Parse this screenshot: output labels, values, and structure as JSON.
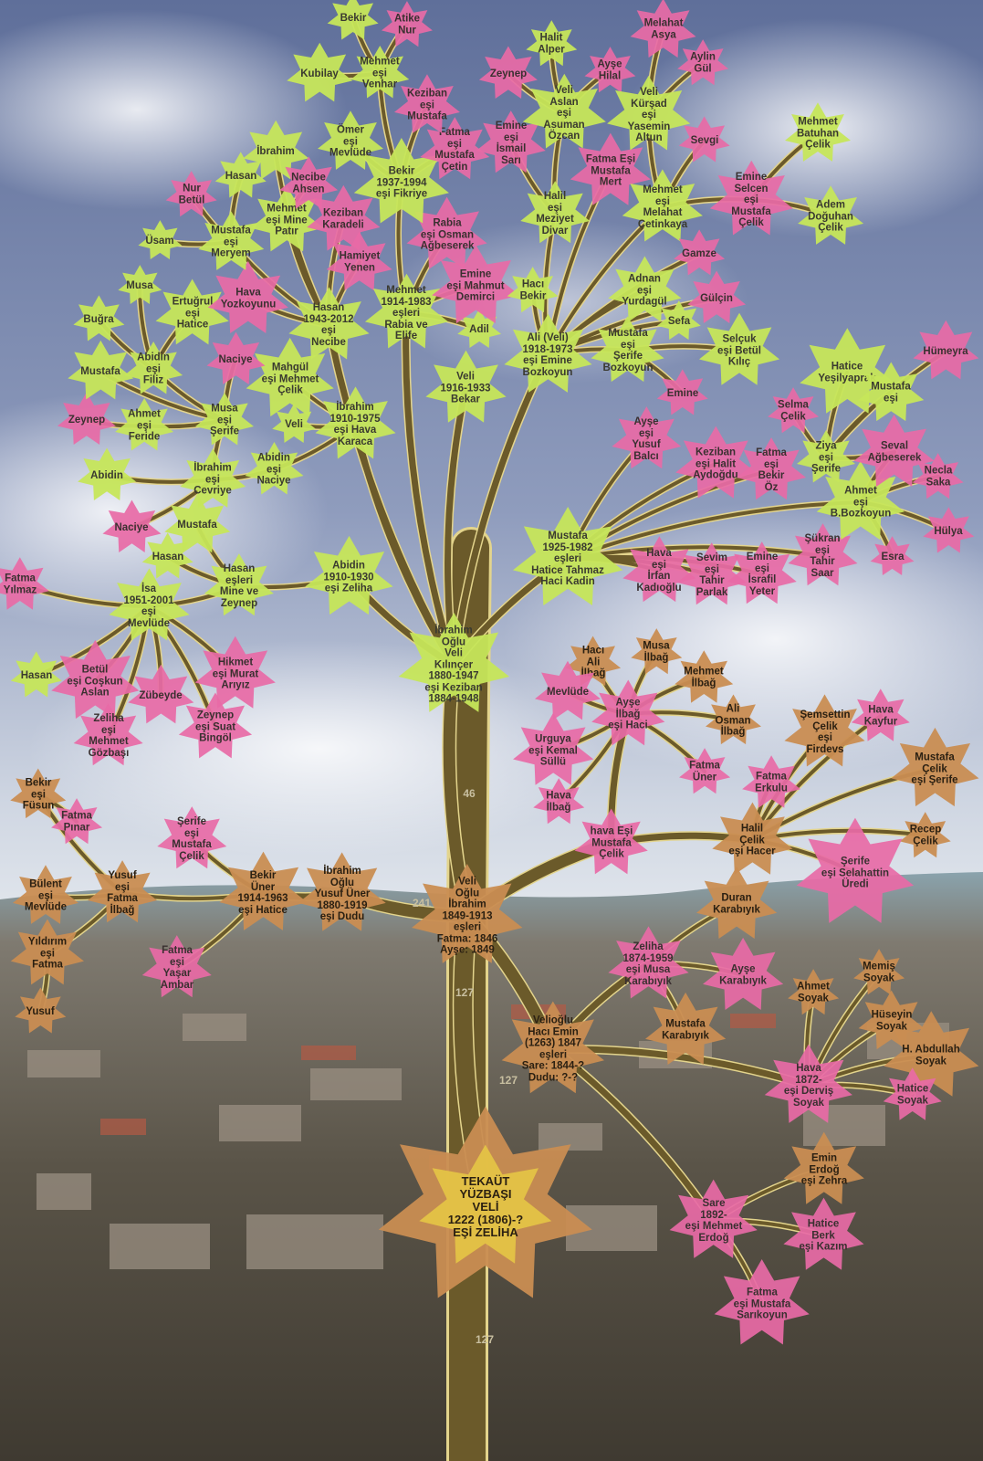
{
  "colors": {
    "green_leaf": "#c6e65a",
    "pink_leaf": "#e86aa6",
    "orange_leaf": "#c98d52",
    "branch": "#6b5a2a",
    "branch_outline": "#e3d48c",
    "sky_top": "#6a7aa3",
    "sky_bottom": "#dfe6ee",
    "town": "#5b5549"
  },
  "branch_counts": [
    "46",
    "241",
    "127",
    "127",
    "127"
  ],
  "nodes": [
    {
      "lines": [
        "TEKAÜT",
        "YÜZBAŞI",
        "VELİ",
        "1222 (1806)-?",
        "EŞİ ZELİHA"
      ],
      "leaf": "root"
    },
    {
      "lines": [
        "Veli",
        "Oğlu",
        "İbrahim",
        "1849-1913",
        "eşleri",
        "Fatma: 1846",
        "Ayşe: 1849"
      ],
      "leaf": "orange"
    },
    {
      "lines": [
        "İbrahim",
        "Oğlu",
        "Veli",
        "Kılınçer",
        "1880-1947",
        "eşi Keziban",
        "1884-1948"
      ],
      "leaf": "green"
    },
    {
      "lines": [
        "Abidin",
        "1910-1930",
        "eşi Zeliha"
      ],
      "leaf": "green"
    },
    {
      "lines": [
        "Hasan",
        "eşleri",
        "Mine ve",
        "Zeynep"
      ],
      "leaf": "green"
    },
    {
      "lines": [
        "İsa",
        "1951-2001",
        "eşi",
        "Mevlüde"
      ],
      "leaf": "green"
    },
    {
      "lines": [
        "Hasan"
      ],
      "leaf": "green"
    },
    {
      "lines": [
        "Mustafa"
      ],
      "leaf": "green"
    },
    {
      "lines": [
        "Fatma",
        "Yılmaz"
      ],
      "leaf": "pink"
    },
    {
      "lines": [
        "Hasan"
      ],
      "leaf": "green"
    },
    {
      "lines": [
        "Betül",
        "eşi Coşkun",
        "Aslan"
      ],
      "leaf": "pink"
    },
    {
      "lines": [
        "Zübeyde"
      ],
      "leaf": "pink"
    },
    {
      "lines": [
        "Zeliha",
        "eşi",
        "Mehmet",
        "Gözbaşı"
      ],
      "leaf": "pink"
    },
    {
      "lines": [
        "Zeynep",
        "eşi Suat",
        "Bingöl"
      ],
      "leaf": "pink"
    },
    {
      "lines": [
        "Hikmet",
        "eşi Murat",
        "Arıyız"
      ],
      "leaf": "pink"
    },
    {
      "lines": [
        "Veli",
        "1916-1933",
        "Bekar"
      ],
      "leaf": "green"
    },
    {
      "lines": [
        "İbrahim",
        "1910-1975",
        "eşi Hava",
        "Karaca"
      ],
      "leaf": "green"
    },
    {
      "lines": [
        "Veli"
      ],
      "leaf": "green"
    },
    {
      "lines": [
        "Mahgül",
        "eşi Mehmet",
        "Çelik"
      ],
      "leaf": "green"
    },
    {
      "lines": [
        "Abidin",
        "eşi",
        "Naciye"
      ],
      "leaf": "green"
    },
    {
      "lines": [
        "İbrahim",
        "eşi",
        "Cevriye"
      ],
      "leaf": "green"
    },
    {
      "lines": [
        "Musa",
        "eşi",
        "Şerife"
      ],
      "leaf": "green"
    },
    {
      "lines": [
        "Abidin"
      ],
      "leaf": "green"
    },
    {
      "lines": [
        "Naciye"
      ],
      "leaf": "pink"
    },
    {
      "lines": [
        "Ahmet",
        "eşi",
        "Feride"
      ],
      "leaf": "green"
    },
    {
      "lines": [
        "Zeynep"
      ],
      "leaf": "pink"
    },
    {
      "lines": [
        "Mustafa"
      ],
      "leaf": "green"
    },
    {
      "lines": [
        "Abidin",
        "eşi",
        "Filiz"
      ],
      "leaf": "green"
    },
    {
      "lines": [
        "Buğra"
      ],
      "leaf": "green"
    },
    {
      "lines": [
        "Musa"
      ],
      "leaf": "green"
    },
    {
      "lines": [
        "Ertuğrul",
        "eşi",
        "Hatice"
      ],
      "leaf": "green"
    },
    {
      "lines": [
        "Naciye"
      ],
      "leaf": "pink"
    },
    {
      "lines": [
        "Hasan",
        "1943-2012",
        "eşi",
        "Necibe"
      ],
      "leaf": "green"
    },
    {
      "lines": [
        "Hava",
        "Yozkoyunu"
      ],
      "leaf": "pink"
    },
    {
      "lines": [
        "Mustafa",
        "eşi",
        "Meryem"
      ],
      "leaf": "green"
    },
    {
      "lines": [
        "Üsam"
      ],
      "leaf": "green"
    },
    {
      "lines": [
        "Nur",
        "Betül"
      ],
      "leaf": "pink"
    },
    {
      "lines": [
        "Hasan"
      ],
      "leaf": "green"
    },
    {
      "lines": [
        "İbrahim"
      ],
      "leaf": "green"
    },
    {
      "lines": [
        "Mehmet",
        "eşi Mine",
        "Patır"
      ],
      "leaf": "green"
    },
    {
      "lines": [
        "Necibe",
        "Ahsen"
      ],
      "leaf": "pink"
    },
    {
      "lines": [
        "Keziban",
        "Karadeli"
      ],
      "leaf": "pink"
    },
    {
      "lines": [
        "Hamiyet",
        "Yenen"
      ],
      "leaf": "pink"
    },
    {
      "lines": [
        "Mehmet",
        "1914-1983",
        "eşleri",
        "Rabia ve",
        "Elife"
      ],
      "leaf": "green"
    },
    {
      "lines": [
        "Adil"
      ],
      "leaf": "green"
    },
    {
      "lines": [
        "Emine",
        "eşi Mahmut",
        "Demirci"
      ],
      "leaf": "pink"
    },
    {
      "lines": [
        "Rabia",
        "eşi Osman",
        "Ağbeserek"
      ],
      "leaf": "pink"
    },
    {
      "lines": [
        "Bekir",
        "1937-1994",
        "eşi Fikriye"
      ],
      "leaf": "green"
    },
    {
      "lines": [
        "Ömer",
        "eşi",
        "Mevlüde"
      ],
      "leaf": "green"
    },
    {
      "lines": [
        "Fatma",
        "eşi",
        "Mustafa",
        "Çetin"
      ],
      "leaf": "pink"
    },
    {
      "lines": [
        "Keziban",
        "eşi",
        "Mustafa"
      ],
      "leaf": "pink"
    },
    {
      "lines": [
        "Mehmet",
        "eşi",
        "Venhar"
      ],
      "leaf": "green"
    },
    {
      "lines": [
        "Kubilay"
      ],
      "leaf": "green"
    },
    {
      "lines": [
        "Bekir"
      ],
      "leaf": "green"
    },
    {
      "lines": [
        "Atike",
        "Nur"
      ],
      "leaf": "pink"
    },
    {
      "lines": [
        "Ali (Veli)",
        "1918-1973",
        "eşi Emine",
        "Bozkoyun"
      ],
      "leaf": "green"
    },
    {
      "lines": [
        "Hacı",
        "Bekir"
      ],
      "leaf": "green"
    },
    {
      "lines": [
        "Halil",
        "eşi",
        "Meziyet",
        "Divar"
      ],
      "leaf": "green"
    },
    {
      "lines": [
        "Emine",
        "eşi",
        "İsmail",
        "Sarı"
      ],
      "leaf": "pink"
    },
    {
      "lines": [
        "Veli",
        "Aslan",
        "eşi",
        "Asuman",
        "Özcan"
      ],
      "leaf": "green"
    },
    {
      "lines": [
        "Zeynep"
      ],
      "leaf": "pink"
    },
    {
      "lines": [
        "Halit",
        "Alper"
      ],
      "leaf": "green"
    },
    {
      "lines": [
        "Ayşe",
        "Hilal"
      ],
      "leaf": "pink"
    },
    {
      "lines": [
        "Fatma Eşi",
        "Mustafa",
        "Mert"
      ],
      "leaf": "pink"
    },
    {
      "lines": [
        "Mehmet",
        "eşi",
        "Melahat",
        "Çetinkaya"
      ],
      "leaf": "green"
    },
    {
      "lines": [
        "Veli",
        "Kürşad",
        "eşi",
        "Yasemin",
        "Altun"
      ],
      "leaf": "green"
    },
    {
      "lines": [
        "Melahat",
        "Asya"
      ],
      "leaf": "pink"
    },
    {
      "lines": [
        "Aylin",
        "Gül"
      ],
      "leaf": "pink"
    },
    {
      "lines": [
        "Sevgi"
      ],
      "leaf": "pink"
    },
    {
      "lines": [
        "Emine",
        "Selcen",
        "eşi",
        "Mustafa",
        "Çelik"
      ],
      "leaf": "pink"
    },
    {
      "lines": [
        "Mehmet",
        "Batuhan",
        "Çelik"
      ],
      "leaf": "green"
    },
    {
      "lines": [
        "Adem",
        "Doğuhan",
        "Çelik"
      ],
      "leaf": "green"
    },
    {
      "lines": [
        "Gamze"
      ],
      "leaf": "pink"
    },
    {
      "lines": [
        "Adnan",
        "eşi",
        "Yurdagül"
      ],
      "leaf": "green"
    },
    {
      "lines": [
        "Gülçin"
      ],
      "leaf": "pink"
    },
    {
      "lines": [
        "Sefa"
      ],
      "leaf": "green"
    },
    {
      "lines": [
        "Mustafa",
        "eşi",
        "Şerife",
        "Bozkoyun"
      ],
      "leaf": "green"
    },
    {
      "lines": [
        "Selçuk",
        "eşi Betül",
        "Kılıç"
      ],
      "leaf": "green"
    },
    {
      "lines": [
        "Emine"
      ],
      "leaf": "pink"
    },
    {
      "lines": [
        "Mustafa",
        "1925-1982",
        "eşleri",
        "Hatice Tahmaz",
        "Haci Kadin"
      ],
      "leaf": "green"
    },
    {
      "lines": [
        "Ayşe",
        "eşi",
        "Yusuf",
        "Balcı"
      ],
      "leaf": "pink"
    },
    {
      "lines": [
        "Keziban",
        "eşi Halit",
        "Aydoğdu"
      ],
      "leaf": "pink"
    },
    {
      "lines": [
        "Fatma",
        "eşi",
        "Bekir",
        "Öz"
      ],
      "leaf": "pink"
    },
    {
      "lines": [
        "Hava",
        "eşi",
        "İrfan",
        "Kadıoğlu"
      ],
      "leaf": "pink"
    },
    {
      "lines": [
        "Sevim",
        "eşi",
        "Tahir",
        "Parlak"
      ],
      "leaf": "pink"
    },
    {
      "lines": [
        "Emine",
        "eşi",
        "İsrafil",
        "Yeter"
      ],
      "leaf": "pink"
    },
    {
      "lines": [
        "Şükran",
        "eşi",
        "Tahir",
        "Saar"
      ],
      "leaf": "pink"
    },
    {
      "lines": [
        "Ahmet",
        "eşi",
        "B.Bozkoyun"
      ],
      "leaf": "green"
    },
    {
      "lines": [
        "Esra"
      ],
      "leaf": "pink"
    },
    {
      "lines": [
        "Hülya"
      ],
      "leaf": "pink"
    },
    {
      "lines": [
        "Necla",
        "Saka"
      ],
      "leaf": "pink"
    },
    {
      "lines": [
        "Seval",
        "Ağbeserek"
      ],
      "leaf": "pink"
    },
    {
      "lines": [
        "Ziya",
        "eşi",
        "Şerife"
      ],
      "leaf": "green"
    },
    {
      "lines": [
        "Selma",
        "Çelik"
      ],
      "leaf": "pink"
    },
    {
      "lines": [
        "Hatice",
        "Yeşilyaprak"
      ],
      "leaf": "green"
    },
    {
      "lines": [
        "Mustafa",
        "eşi"
      ],
      "leaf": "green"
    },
    {
      "lines": [
        "Hümeyra"
      ],
      "leaf": "pink"
    },
    {
      "lines": [
        "İbrahim",
        "Oğlu",
        "Yusuf Üner",
        "1880-1919",
        "eşi Dudu"
      ],
      "leaf": "orange"
    },
    {
      "lines": [
        "Bekir",
        "Üner",
        "1914-1963",
        "eşi Hatice"
      ],
      "leaf": "orange"
    },
    {
      "lines": [
        "Şerife",
        "eşi",
        "Mustafa",
        "Çelik"
      ],
      "leaf": "pink"
    },
    {
      "lines": [
        "Fatma",
        "eşi",
        "Yaşar",
        "Ambar"
      ],
      "leaf": "pink"
    },
    {
      "lines": [
        "Yusuf",
        "eşi",
        "Fatma",
        "İlbağ"
      ],
      "leaf": "orange"
    },
    {
      "lines": [
        "Bekir",
        "eşi",
        "Füsun"
      ],
      "leaf": "orange"
    },
    {
      "lines": [
        "Fatma",
        "Pınar"
      ],
      "leaf": "pink"
    },
    {
      "lines": [
        "Bülent",
        "eşi",
        "Mevlüde"
      ],
      "leaf": "orange"
    },
    {
      "lines": [
        "Yıldırım",
        "eşi",
        "Fatma"
      ],
      "leaf": "orange"
    },
    {
      "lines": [
        "Yusuf"
      ],
      "leaf": "orange"
    },
    {
      "lines": [
        "hava Eşi",
        "Mustafa",
        "Çelik"
      ],
      "leaf": "pink"
    },
    {
      "lines": [
        "Ayşe",
        "İlbağ",
        "eşi Haci"
      ],
      "leaf": "pink"
    },
    {
      "lines": [
        "Hacı",
        "Ali",
        "İlbağ"
      ],
      "leaf": "orange"
    },
    {
      "lines": [
        "Musa",
        "İlbağ"
      ],
      "leaf": "orange"
    },
    {
      "lines": [
        "Mehmet",
        "İlbağ"
      ],
      "leaf": "orange"
    },
    {
      "lines": [
        "Ali",
        "Osman",
        "İlbağ"
      ],
      "leaf": "orange"
    },
    {
      "lines": [
        "Fatma",
        "Üner"
      ],
      "leaf": "pink"
    },
    {
      "lines": [
        "Mevlüde"
      ],
      "leaf": "pink"
    },
    {
      "lines": [
        "Urguya",
        "eşi Kemal",
        "Süllü"
      ],
      "leaf": "pink"
    },
    {
      "lines": [
        "Hava",
        "İlbağ"
      ],
      "leaf": "pink"
    },
    {
      "lines": [
        "Halil",
        "Çelik",
        "eşi Hacer"
      ],
      "leaf": "orange"
    },
    {
      "lines": [
        "Fatma",
        "Erkulu"
      ],
      "leaf": "pink"
    },
    {
      "lines": [
        "Şemsettin",
        "Çelik",
        "eşi",
        "Firdevs"
      ],
      "leaf": "orange"
    },
    {
      "lines": [
        "Hava",
        "Kayfur"
      ],
      "leaf": "pink"
    },
    {
      "lines": [
        "Mustafa",
        "Çelik",
        "eşi Şerife"
      ],
      "leaf": "orange"
    },
    {
      "lines": [
        "Recep",
        "Çelik"
      ],
      "leaf": "orange"
    },
    {
      "lines": [
        "Şerife",
        "eşi Selahattin",
        "Üredi"
      ],
      "leaf": "pink"
    },
    {
      "lines": [
        "Velioğlu",
        "Hacı Emin",
        "(1263) 1847",
        "eşleri",
        "Sare: 1844-?",
        "Dudu: ?-?"
      ],
      "leaf": "orange"
    },
    {
      "lines": [
        "Zeliha",
        "1874-1959",
        "eşi Musa",
        "Karabıyık"
      ],
      "leaf": "pink"
    },
    {
      "lines": [
        "Duran",
        "Karabıyık"
      ],
      "leaf": "orange"
    },
    {
      "lines": [
        "Ayşe",
        "Karabıyık"
      ],
      "leaf": "pink"
    },
    {
      "lines": [
        "Mustafa",
        "Karabıyık"
      ],
      "leaf": "orange"
    },
    {
      "lines": [
        "Hava",
        "1872-",
        "eşi Derviş",
        "Soyak"
      ],
      "leaf": "pink"
    },
    {
      "lines": [
        "Ahmet",
        "Soyak"
      ],
      "leaf": "orange"
    },
    {
      "lines": [
        "Memiş",
        "Soyak"
      ],
      "leaf": "orange"
    },
    {
      "lines": [
        "Hüseyin",
        "Soyak"
      ],
      "leaf": "orange"
    },
    {
      "lines": [
        "H. Abdullah",
        "Soyak"
      ],
      "leaf": "orange"
    },
    {
      "lines": [
        "Hatice",
        "Soyak"
      ],
      "leaf": "pink"
    },
    {
      "lines": [
        "Sare",
        "1892-",
        "eşi Mehmet",
        "Erdoğ"
      ],
      "leaf": "pink"
    },
    {
      "lines": [
        "Emin",
        "Erdoğ",
        "eşi Zehra"
      ],
      "leaf": "orange"
    },
    {
      "lines": [
        "Hatice",
        "Berk",
        "eşi Kazım"
      ],
      "leaf": "pink"
    },
    {
      "lines": [
        "Fatma",
        "eşi Mustafa",
        "Sarıkoyun"
      ],
      "leaf": "pink"
    }
  ]
}
